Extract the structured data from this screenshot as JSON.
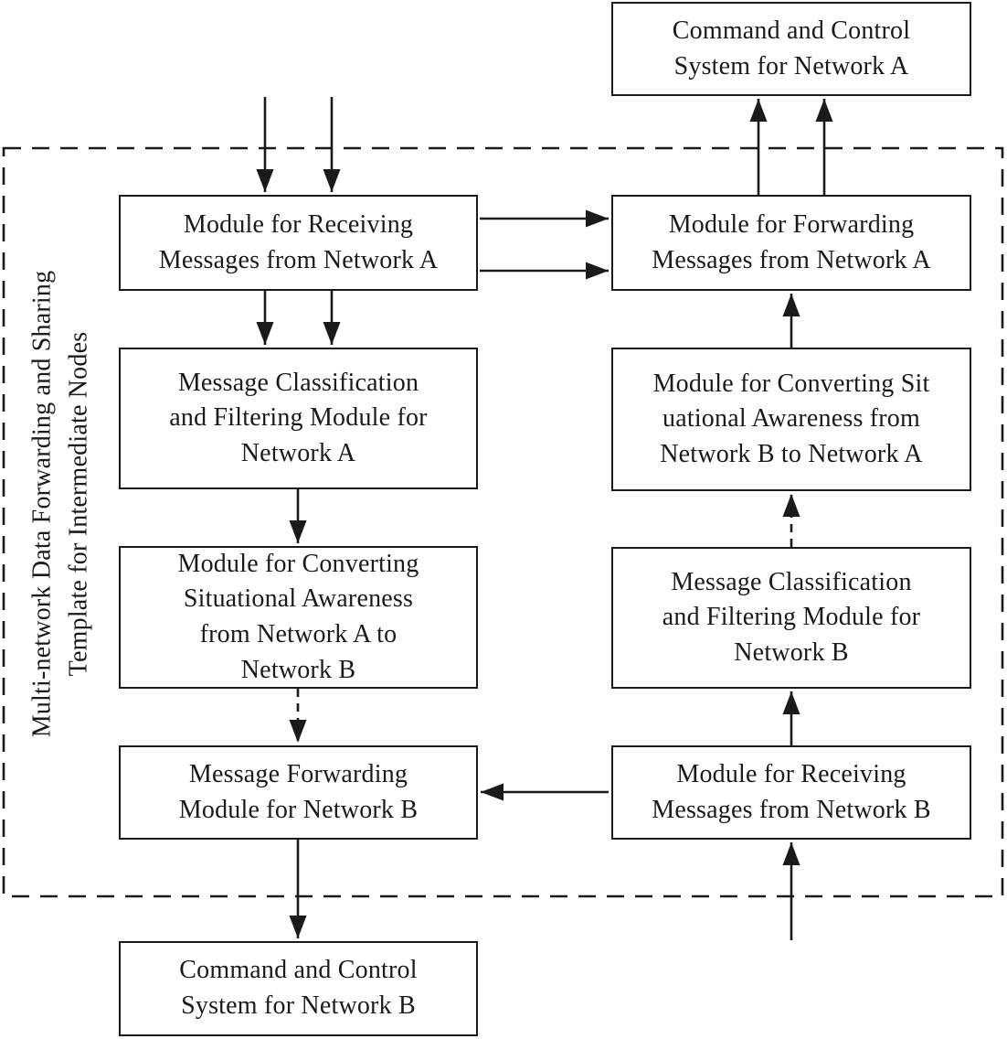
{
  "colors": {
    "ink": "#1a1a1a",
    "background": "#ffffff"
  },
  "container": {
    "label": "Multi-network Data Forwarding and Sharing\nTemplate for Intermediate Nodes"
  },
  "nodes": {
    "cc_a": {
      "label": "Command and Control\nSystem for Network A"
    },
    "recv_a": {
      "label": "Module for Receiving\nMessages from Network A"
    },
    "fwd_a": {
      "label": "Module for Forwarding\nMessages from Network A"
    },
    "classify_a": {
      "label": "Message Classification\nand Filtering Module for\nNetwork A"
    },
    "convert_b_to_a": {
      "label": "Module for Converting Sit\nuational Awareness from\nNetwork B to Network A"
    },
    "convert_a_to_b": {
      "label": "Module for Converting\nSituational Awareness\nfrom Network A to\nNetwork B"
    },
    "classify_b": {
      "label": "Message Classification\nand Filtering Module for\nNetwork B"
    },
    "fwd_b": {
      "label": "Message Forwarding\nModule for Network B"
    },
    "recv_b": {
      "label": "Module for Receiving\nMessages from Network B"
    },
    "cc_b": {
      "label": "Command and Control\nSystem for Network B"
    }
  },
  "edges": [
    {
      "from": "external-top",
      "to": "recv_a",
      "style": "solid",
      "count": 2
    },
    {
      "from": "recv_a",
      "to": "fwd_a",
      "style": "solid",
      "count": 2
    },
    {
      "from": "recv_a",
      "to": "classify_a",
      "style": "solid",
      "count": 2
    },
    {
      "from": "classify_a",
      "to": "convert_a_to_b",
      "style": "solid",
      "count": 1
    },
    {
      "from": "convert_a_to_b",
      "to": "fwd_b",
      "style": "dashed",
      "count": 1
    },
    {
      "from": "fwd_b",
      "to": "cc_b",
      "style": "solid",
      "count": 1
    },
    {
      "from": "fwd_a",
      "to": "cc_a",
      "style": "solid",
      "count": 2
    },
    {
      "from": "convert_b_to_a",
      "to": "fwd_a",
      "style": "solid",
      "count": 1
    },
    {
      "from": "classify_b",
      "to": "convert_b_to_a",
      "style": "dashed",
      "count": 1
    },
    {
      "from": "recv_b",
      "to": "classify_b",
      "style": "solid",
      "count": 1
    },
    {
      "from": "external-bottom",
      "to": "recv_b",
      "style": "solid",
      "count": 1
    },
    {
      "from": "recv_b",
      "to": "fwd_b",
      "style": "solid",
      "count": 1
    }
  ]
}
